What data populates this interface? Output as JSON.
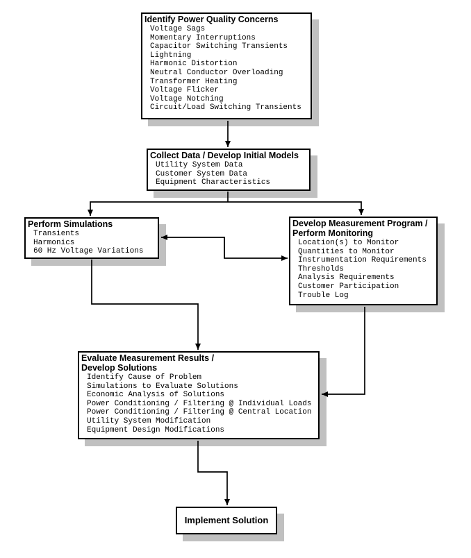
{
  "nodes": {
    "identify": {
      "title": "Identify Power Quality Concerns",
      "items": [
        "Voltage Sags",
        "Momentary Interruptions",
        "Capacitor Switching Transients",
        "Lightning",
        "Harmonic Distortion",
        "Neutral Conductor Overloading",
        "Transformer Heating",
        "Voltage Flicker",
        "Voltage Notching",
        "Circuit/Load Switching Transients"
      ]
    },
    "collect": {
      "title": "Collect Data / Develop Initial Models",
      "items": [
        "Utility System Data",
        "Customer System Data",
        "Equipment Characteristics"
      ]
    },
    "simulate": {
      "title": "Perform Simulations",
      "items": [
        "Transients",
        "Harmonics",
        "60 Hz Voltage Variations"
      ]
    },
    "measure": {
      "title": "Develop Measurement Program /\nPerform Monitoring",
      "items": [
        "Location(s) to Monitor",
        "Quantities to Monitor",
        "Instrumentation Requirements",
        "Thresholds",
        "Analysis Requirements",
        "Customer Participation",
        "Trouble Log"
      ]
    },
    "evaluate": {
      "title": "Evaluate Measurement Results /\nDevelop Solutions",
      "items": [
        "Identify Cause of Problem",
        "Simulations to Evaluate Solutions",
        "Economic Analysis of Solutions",
        "Power Conditioning / Filtering @ Individual Loads",
        "Power Conditioning / Filtering @ Central Location",
        "Utility System Modification",
        "Equipment Design Modifications"
      ]
    },
    "implement": {
      "title": "Implement Solution"
    }
  },
  "edges": [
    {
      "from": "Identify Power Quality Concerns",
      "to": "Collect Data / Develop Initial Models",
      "bidirectional": false
    },
    {
      "from": "Collect Data / Develop Initial Models",
      "to": "Perform Simulations",
      "bidirectional": false
    },
    {
      "from": "Collect Data / Develop Initial Models",
      "to": "Develop Measurement Program / Perform Monitoring",
      "bidirectional": false
    },
    {
      "from": "Perform Simulations",
      "to": "Develop Measurement Program / Perform Monitoring",
      "bidirectional": true
    },
    {
      "from": "Perform Simulations",
      "to": "Evaluate Measurement Results / Develop Solutions",
      "bidirectional": false
    },
    {
      "from": "Develop Measurement Program / Perform Monitoring",
      "to": "Evaluate Measurement Results / Develop Solutions",
      "bidirectional": false
    },
    {
      "from": "Evaluate Measurement Results / Develop Solutions",
      "to": "Implement Solution",
      "bidirectional": false
    }
  ],
  "colors": {
    "background": "#ffffff",
    "box_fill": "#ffffff",
    "box_border": "#000000",
    "shadow": "#c0c0c0",
    "arrow": "#000000"
  }
}
